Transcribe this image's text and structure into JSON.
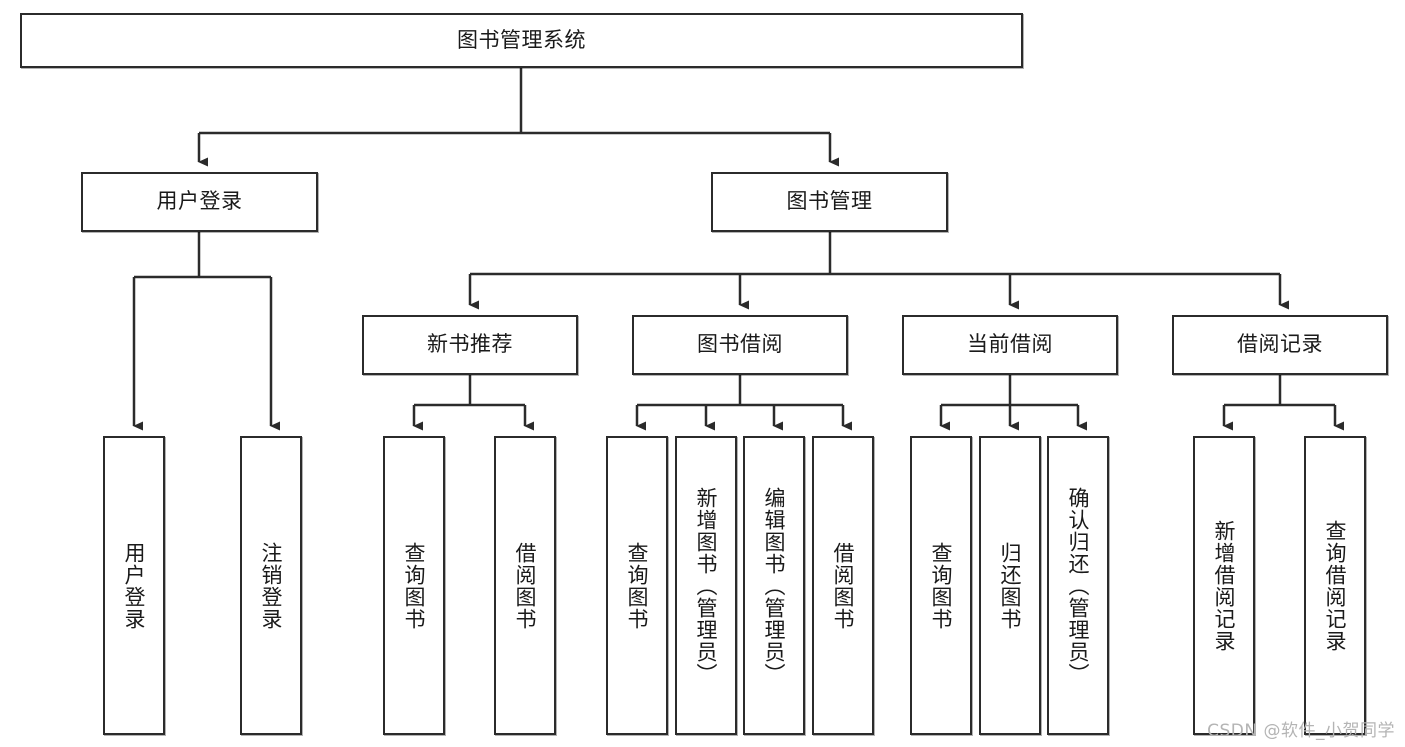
{
  "diagram": {
    "title": "图书管理系统",
    "watermark": "CSDN @软件_小贺同学",
    "stroke_color": "#2b2b2b",
    "fill_color": "#ffffff",
    "text_color": "#1a1a1a",
    "watermark_color": "#b4b4b4"
  },
  "nodes": {
    "root": {
      "label": "图书管理系统"
    },
    "level2": [
      {
        "id": "user-login",
        "label": "用户登录"
      },
      {
        "id": "book-manage",
        "label": "图书管理"
      }
    ],
    "level3": [
      {
        "id": "new-book-recommend",
        "label": "新书推荐"
      },
      {
        "id": "book-borrow",
        "label": "图书借阅"
      },
      {
        "id": "current-borrow",
        "label": "当前借阅"
      },
      {
        "id": "borrow-record",
        "label": "借阅记录"
      }
    ],
    "leaves": {
      "user_login": [
        {
          "id": "leaf-user-login",
          "label": "用户登录"
        },
        {
          "id": "leaf-logout",
          "label": "注销登录"
        }
      ],
      "new_book_recommend": [
        {
          "id": "leaf-query-book-1",
          "label": "查询图书"
        },
        {
          "id": "leaf-borrow-book-1",
          "label": "借阅图书"
        }
      ],
      "book_borrow": [
        {
          "id": "leaf-query-book-2",
          "label": "查询图书"
        },
        {
          "id": "leaf-add-book",
          "label": "新增图书（管理员）"
        },
        {
          "id": "leaf-edit-book",
          "label": "编辑图书（管理员）"
        },
        {
          "id": "leaf-borrow-book-2",
          "label": "借阅图书"
        }
      ],
      "current_borrow": [
        {
          "id": "leaf-query-book-3",
          "label": "查询图书"
        },
        {
          "id": "leaf-return-book",
          "label": "归还图书"
        },
        {
          "id": "leaf-confirm-return",
          "label": "确认归还（管理员）"
        }
      ],
      "borrow_record": [
        {
          "id": "leaf-add-record",
          "label": "新增借阅记录"
        },
        {
          "id": "leaf-query-record",
          "label": "查询借阅记录"
        }
      ]
    }
  },
  "chart_data": {
    "type": "diagram",
    "subtype": "tree-hierarchy",
    "orientation": "top-down",
    "title": "图书管理系统",
    "levels": 4,
    "tree": {
      "label": "图书管理系统",
      "children": [
        {
          "label": "用户登录",
          "children": [
            {
              "label": "用户登录",
              "children": []
            },
            {
              "label": "注销登录",
              "children": []
            }
          ]
        },
        {
          "label": "图书管理",
          "children": [
            {
              "label": "新书推荐",
              "children": [
                {
                  "label": "查询图书",
                  "children": []
                },
                {
                  "label": "借阅图书",
                  "children": []
                }
              ]
            },
            {
              "label": "图书借阅",
              "children": [
                {
                  "label": "查询图书",
                  "children": []
                },
                {
                  "label": "新增图书（管理员）",
                  "children": []
                },
                {
                  "label": "编辑图书（管理员）",
                  "children": []
                },
                {
                  "label": "借阅图书",
                  "children": []
                }
              ]
            },
            {
              "label": "当前借阅",
              "children": [
                {
                  "label": "查询图书",
                  "children": []
                },
                {
                  "label": "归还图书",
                  "children": []
                },
                {
                  "label": "确认归还（管理员）",
                  "children": []
                }
              ]
            },
            {
              "label": "借阅记录",
              "children": [
                {
                  "label": "新增借阅记录",
                  "children": []
                },
                {
                  "label": "查询借阅记录",
                  "children": []
                }
              ]
            }
          ]
        }
      ]
    }
  }
}
